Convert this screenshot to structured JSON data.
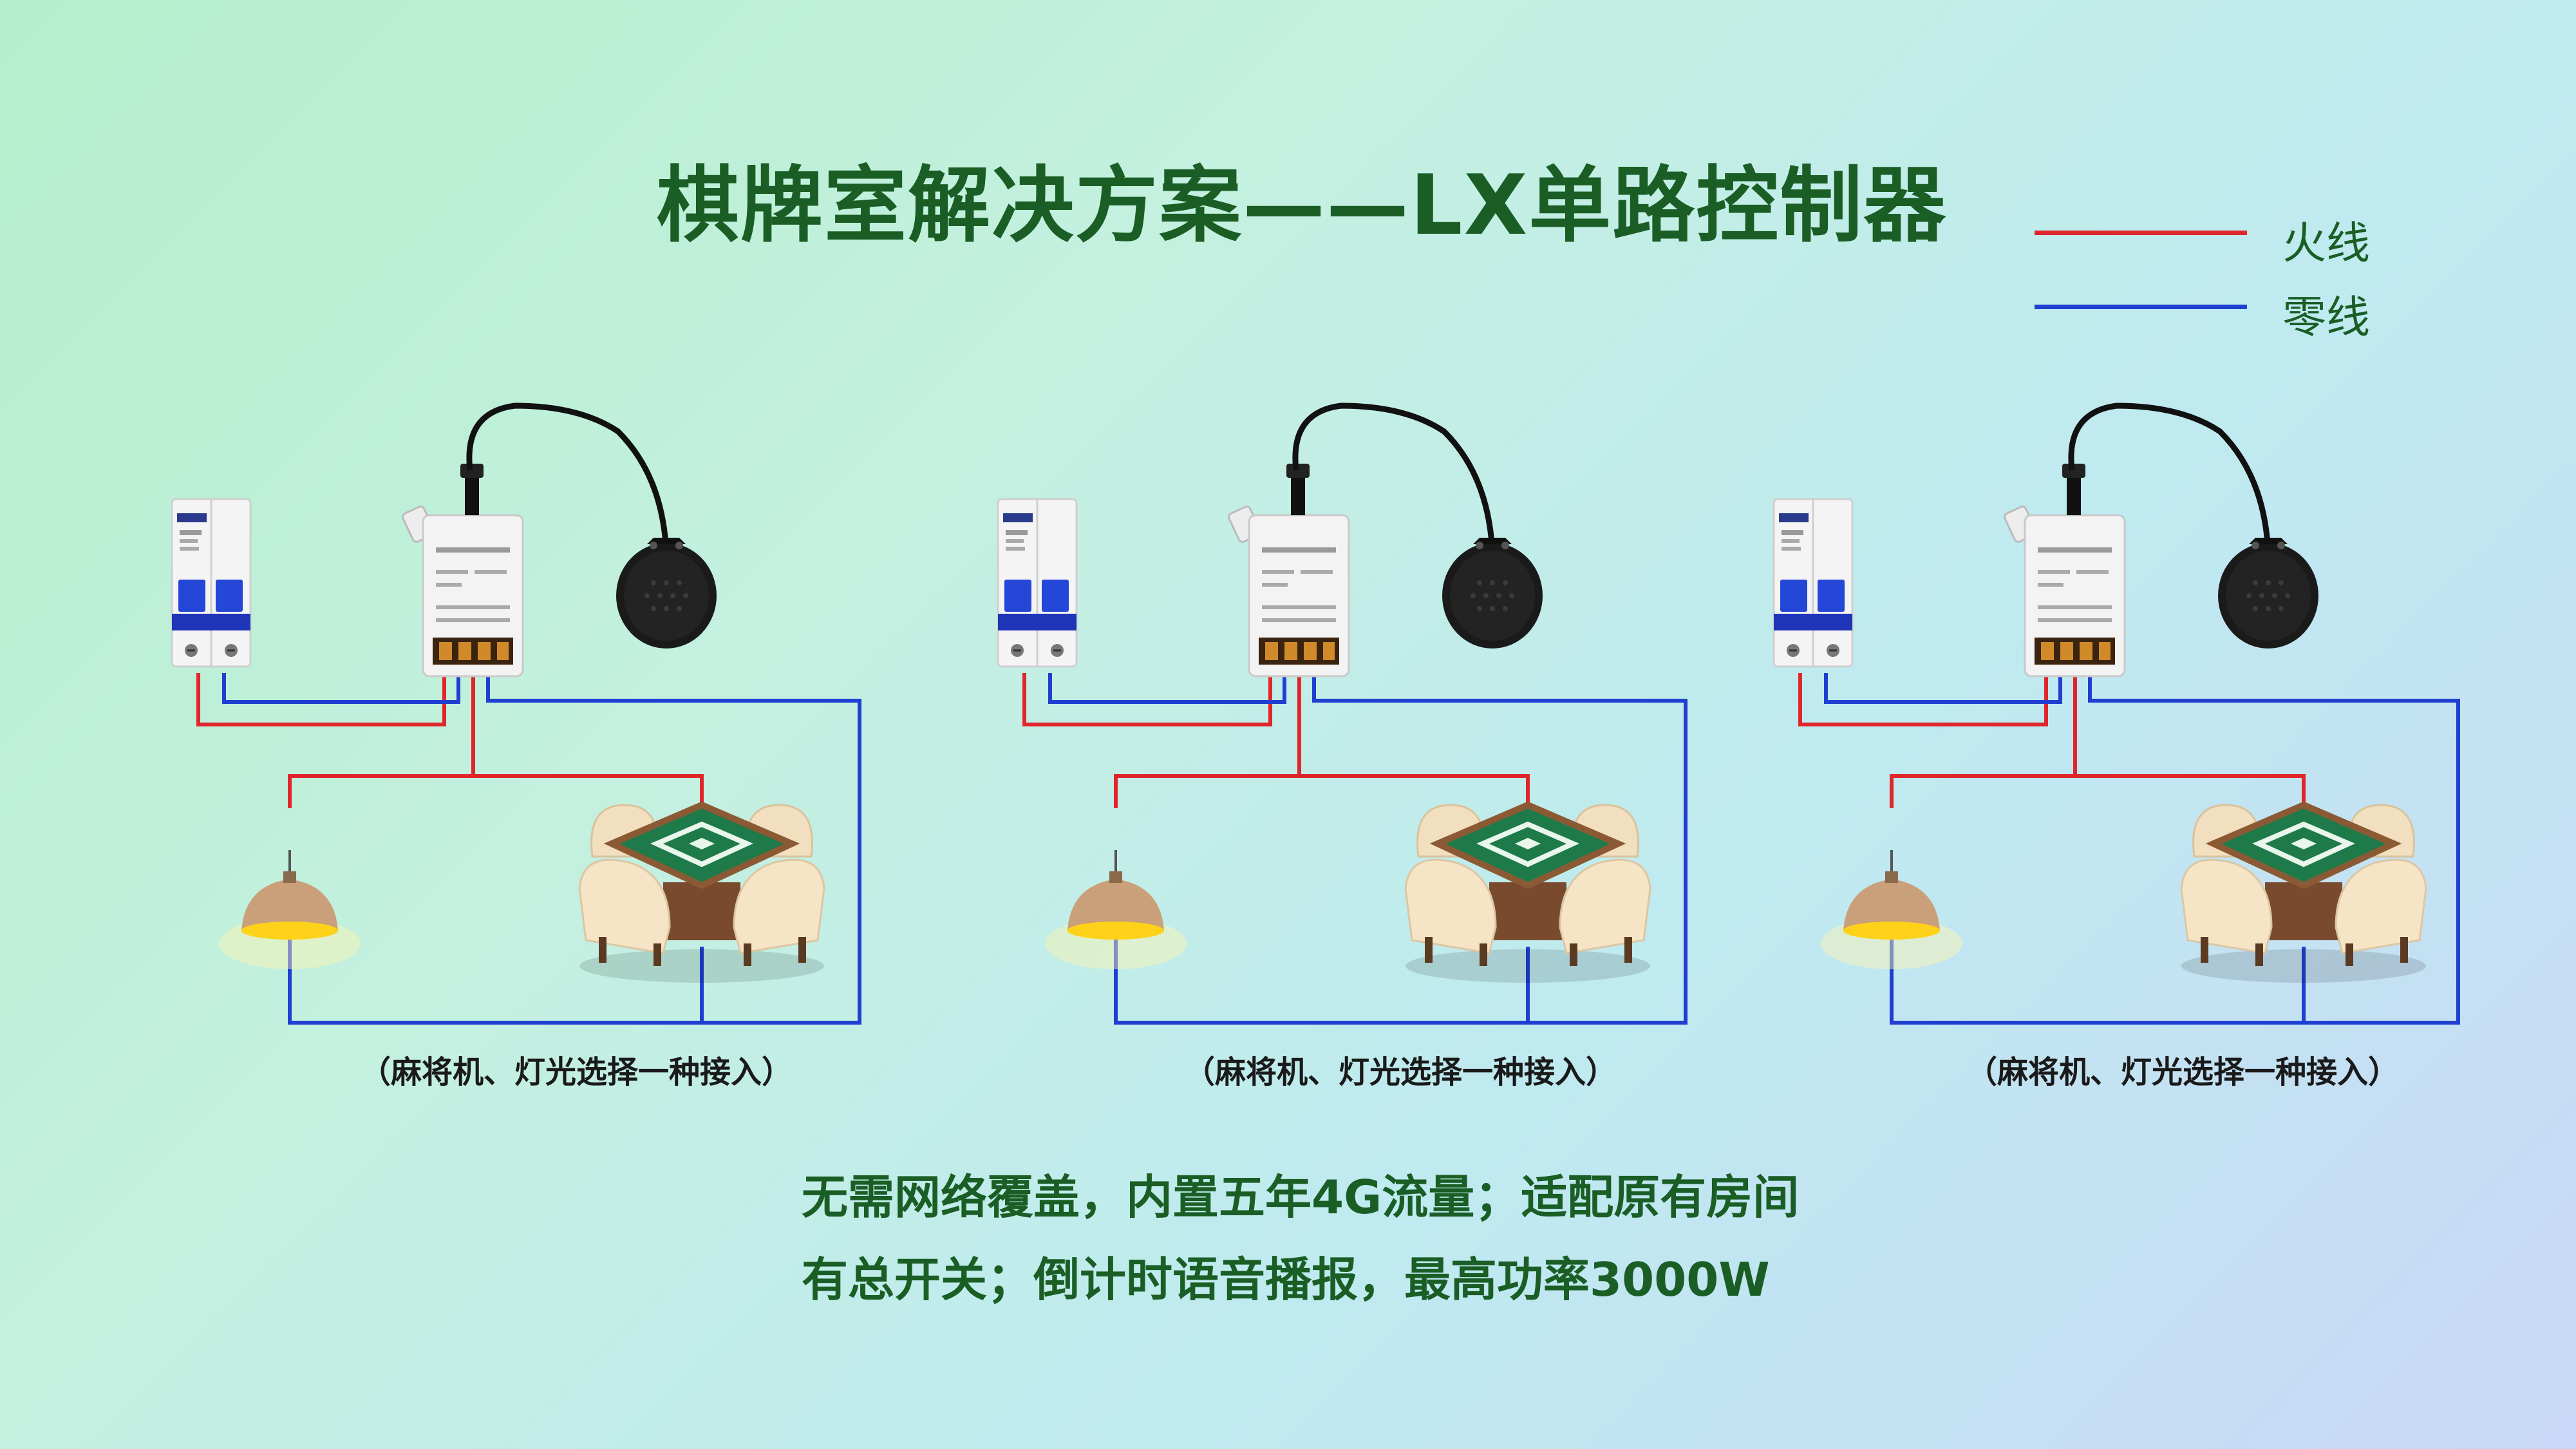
{
  "title": "棋牌室解决方案——LX单路控制器",
  "legend": [
    {
      "label": "火线",
      "color": "#e0262b"
    },
    {
      "label": "零线",
      "color": "#1f3fd1"
    }
  ],
  "colors": {
    "live": "#e0262b",
    "neutral": "#1f3fd1",
    "title": "#1a5e25"
  },
  "units": [
    {
      "note": "（麻将机、灯光选择一种接入）"
    },
    {
      "note": "（麻将机、灯光选择一种接入）"
    },
    {
      "note": "（麻将机、灯光选择一种接入）"
    }
  ],
  "features": [
    "无需网络覆盖，内置五年4G流量；适配原有房间",
    "有总开关；倒计时语音播报，最高功率3000W"
  ],
  "icons": [
    "circuit-breaker-icon",
    "controller-icon",
    "speaker-icon",
    "pendant-lamp-icon",
    "mahjong-table-icon"
  ]
}
